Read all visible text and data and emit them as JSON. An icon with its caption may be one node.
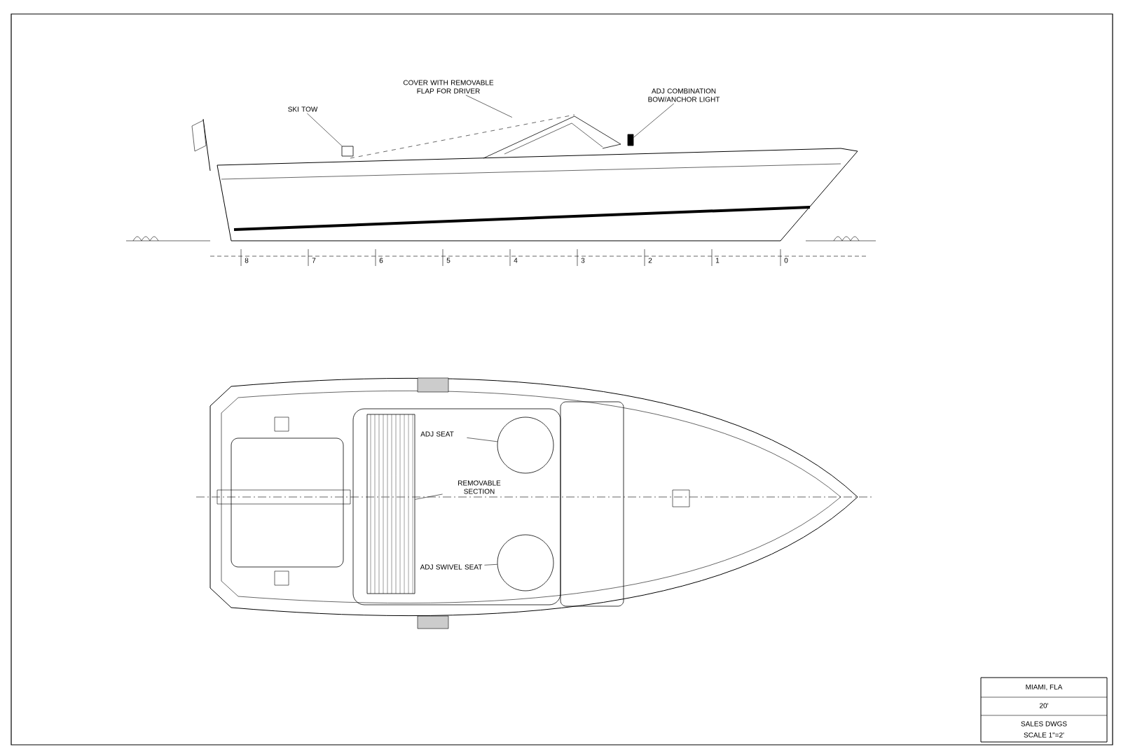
{
  "diagram": {
    "nodes": [
      {
        "text": [
          "SKI TOW"
        ]
      },
      {
        "text": [
          "COVER WITH REMOVABLE FLAP FOR DRIVER"
        ]
      },
      {
        "text": [
          "ADJ COMBINATION BOW/ANCHOR LIGHT"
        ]
      },
      {
        "text": [
          "ADJ SEAT"
        ]
      },
      {
        "text": [
          "REMOVABLE SECTION"
        ]
      },
      {
        "text": [
          "ADJ SWIVEL SEAT"
        ]
      },
      {
        "text": [],
        "shape": "box"
      },
      {
        "text": [],
        "shape": "picture"
      },
      {
        "text": [],
        "shape": "bar"
      },
      {
        "text": [],
        "shape": "circle"
      },
      {
        "text": [],
        "shape": "box"
      },
      {
        "text": [],
        "shape": "circle"
      }
    ],
    "edges": [
      {
        "from": 0,
        "to": 6,
        "arrow": "none"
      },
      {
        "from": 1,
        "to": 7,
        "arrow": "none"
      },
      {
        "from": 2,
        "to": 8,
        "arrow": "none"
      },
      {
        "from": 3,
        "to": 9,
        "arrow": "none"
      },
      {
        "from": 4,
        "to": 10,
        "arrow": "none"
      },
      {
        "from": 5,
        "to": 11,
        "arrow": "none"
      }
    ],
    "labels": [
      "8",
      "7",
      "6",
      "5",
      "4",
      "3",
      "2",
      "1",
      "0",
      "MIAMI, FLA",
      "20'",
      "SALES DWGS",
      "SCALE 1\"=2'"
    ]
  }
}
